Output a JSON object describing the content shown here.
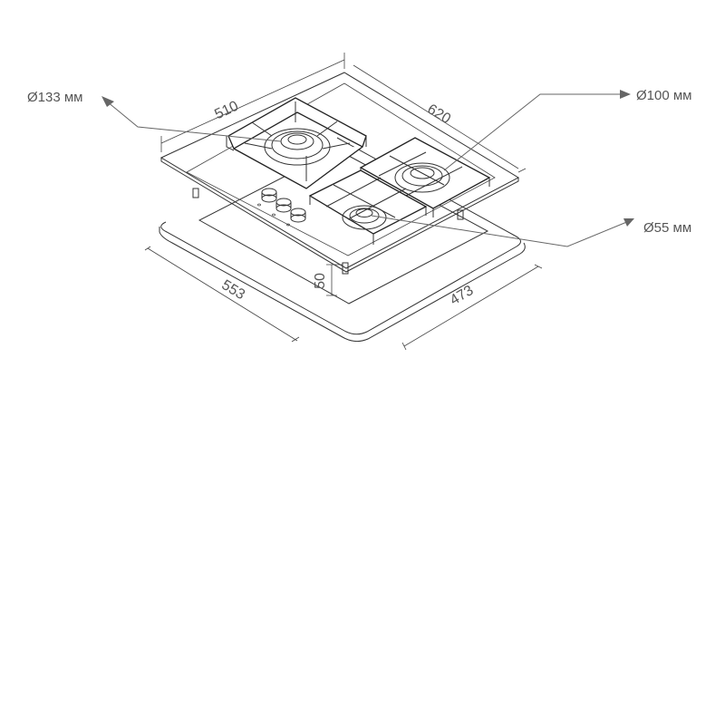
{
  "callouts": {
    "burner_large": "Ø133 мм",
    "burner_medium": "Ø100 мм",
    "burner_small": "Ø55 мм"
  },
  "dimensions": {
    "hob_depth": "510",
    "hob_width": "620",
    "cutout_width": "553",
    "cutout_depth": "473",
    "height": "50"
  },
  "colors": {
    "line": "#333333",
    "text": "#555555",
    "arrow": "#666666",
    "background": "#ffffff"
  }
}
